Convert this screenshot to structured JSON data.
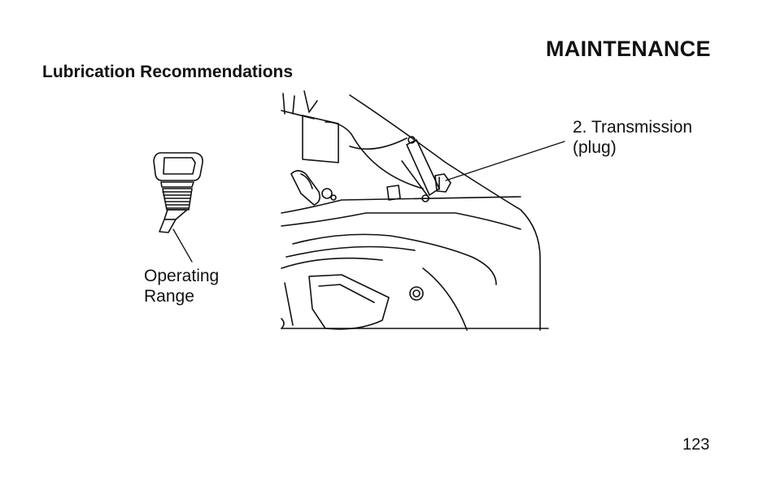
{
  "header": {
    "section_title": "MAINTENANCE"
  },
  "content": {
    "subsection_title": "Lubrication Recommendations",
    "callouts": {
      "transmission": [
        "2. Transmission",
        "(plug)"
      ],
      "operating_range": [
        "Operating",
        "Range"
      ]
    }
  },
  "footer": {
    "page_number": "123"
  }
}
